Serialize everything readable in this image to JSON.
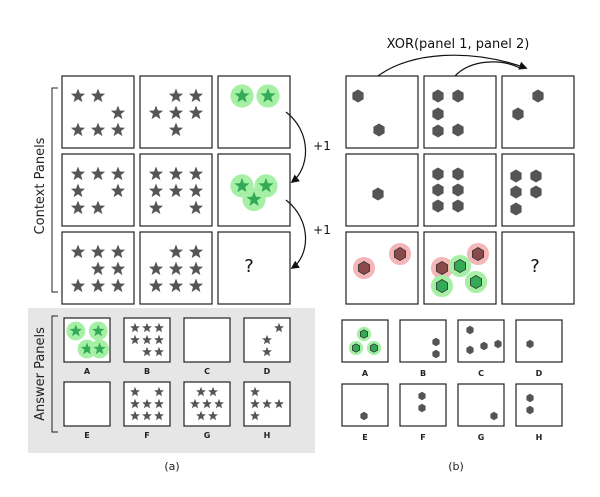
{
  "labels": {
    "context_panels": "Context Panels",
    "answer_panels": "Answer Panels",
    "caption_a": "(a)",
    "caption_b": "(b)",
    "xor_note": "XOR(panel 1, panel 2)",
    "plus_one_1": "+1",
    "plus_one_2": "+1",
    "question_a": "?",
    "question_b": "?"
  },
  "answers_a": [
    "A",
    "B",
    "C",
    "D",
    "E",
    "F",
    "G",
    "H"
  ],
  "answers_b": [
    "A",
    "B",
    "C",
    "D",
    "E",
    "F",
    "G",
    "H"
  ],
  "colors": {
    "shape": "#555555",
    "green_glow": "#a6f0a6",
    "green_fill": "#33aa55",
    "red_glow": "#f4b6b6",
    "red_fill": "#8a4a4a",
    "answer_bg": "#e6e6e6",
    "border": "#222222"
  },
  "icons": {
    "star": "star-icon",
    "hexagon": "hexagon-icon"
  }
}
